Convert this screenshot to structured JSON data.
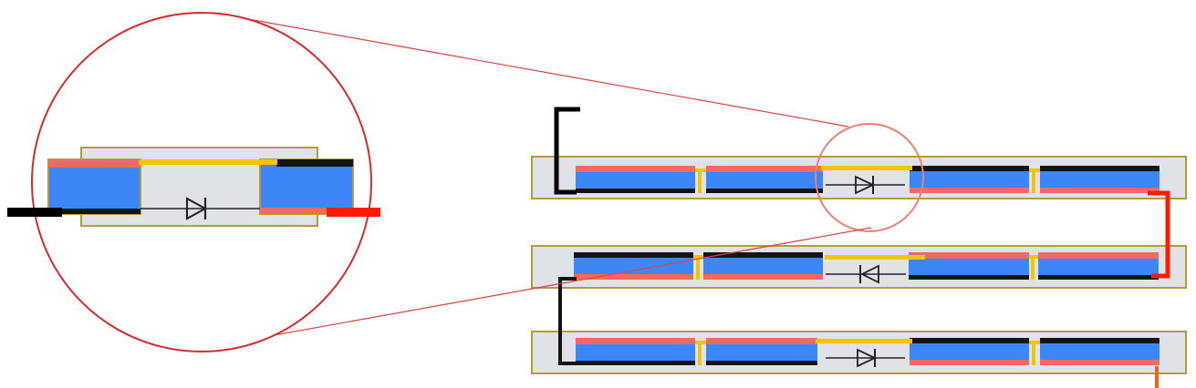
{
  "diagram": {
    "subject": "string-of-solar-cells-with-bypass-diode",
    "rows": [
      {
        "diode": "forward",
        "cells": [
          {
            "face": "red-up"
          },
          {
            "face": "red-up"
          },
          {
            "face": "black-up"
          },
          {
            "face": "black-up"
          }
        ]
      },
      {
        "diode": "reverse",
        "cells": [
          {
            "face": "black-up"
          },
          {
            "face": "black-up"
          },
          {
            "face": "red-up"
          },
          {
            "face": "red-up"
          }
        ]
      },
      {
        "diode": "forward",
        "cells": [
          {
            "face": "red-up"
          },
          {
            "face": "red-up"
          },
          {
            "face": "black-up"
          },
          {
            "face": "black-up"
          }
        ]
      }
    ],
    "magnifier": {
      "target": "row-1-diode",
      "style": "circle-zoom"
    },
    "colors": {
      "panel_fill": "#dfe2e6",
      "panel_border": "#b79a3a",
      "cell_fill": "#3d86f7",
      "contact_red": "#f06a60",
      "contact_black": "#141414",
      "interconnect_yellow": "#f5c400",
      "wire_black": "#000000",
      "wire_red": "#ff1a00",
      "wire_orange": "#e5671f",
      "magnifier_red": "#d92a2a",
      "magnifier_light": "#f08070"
    }
  }
}
